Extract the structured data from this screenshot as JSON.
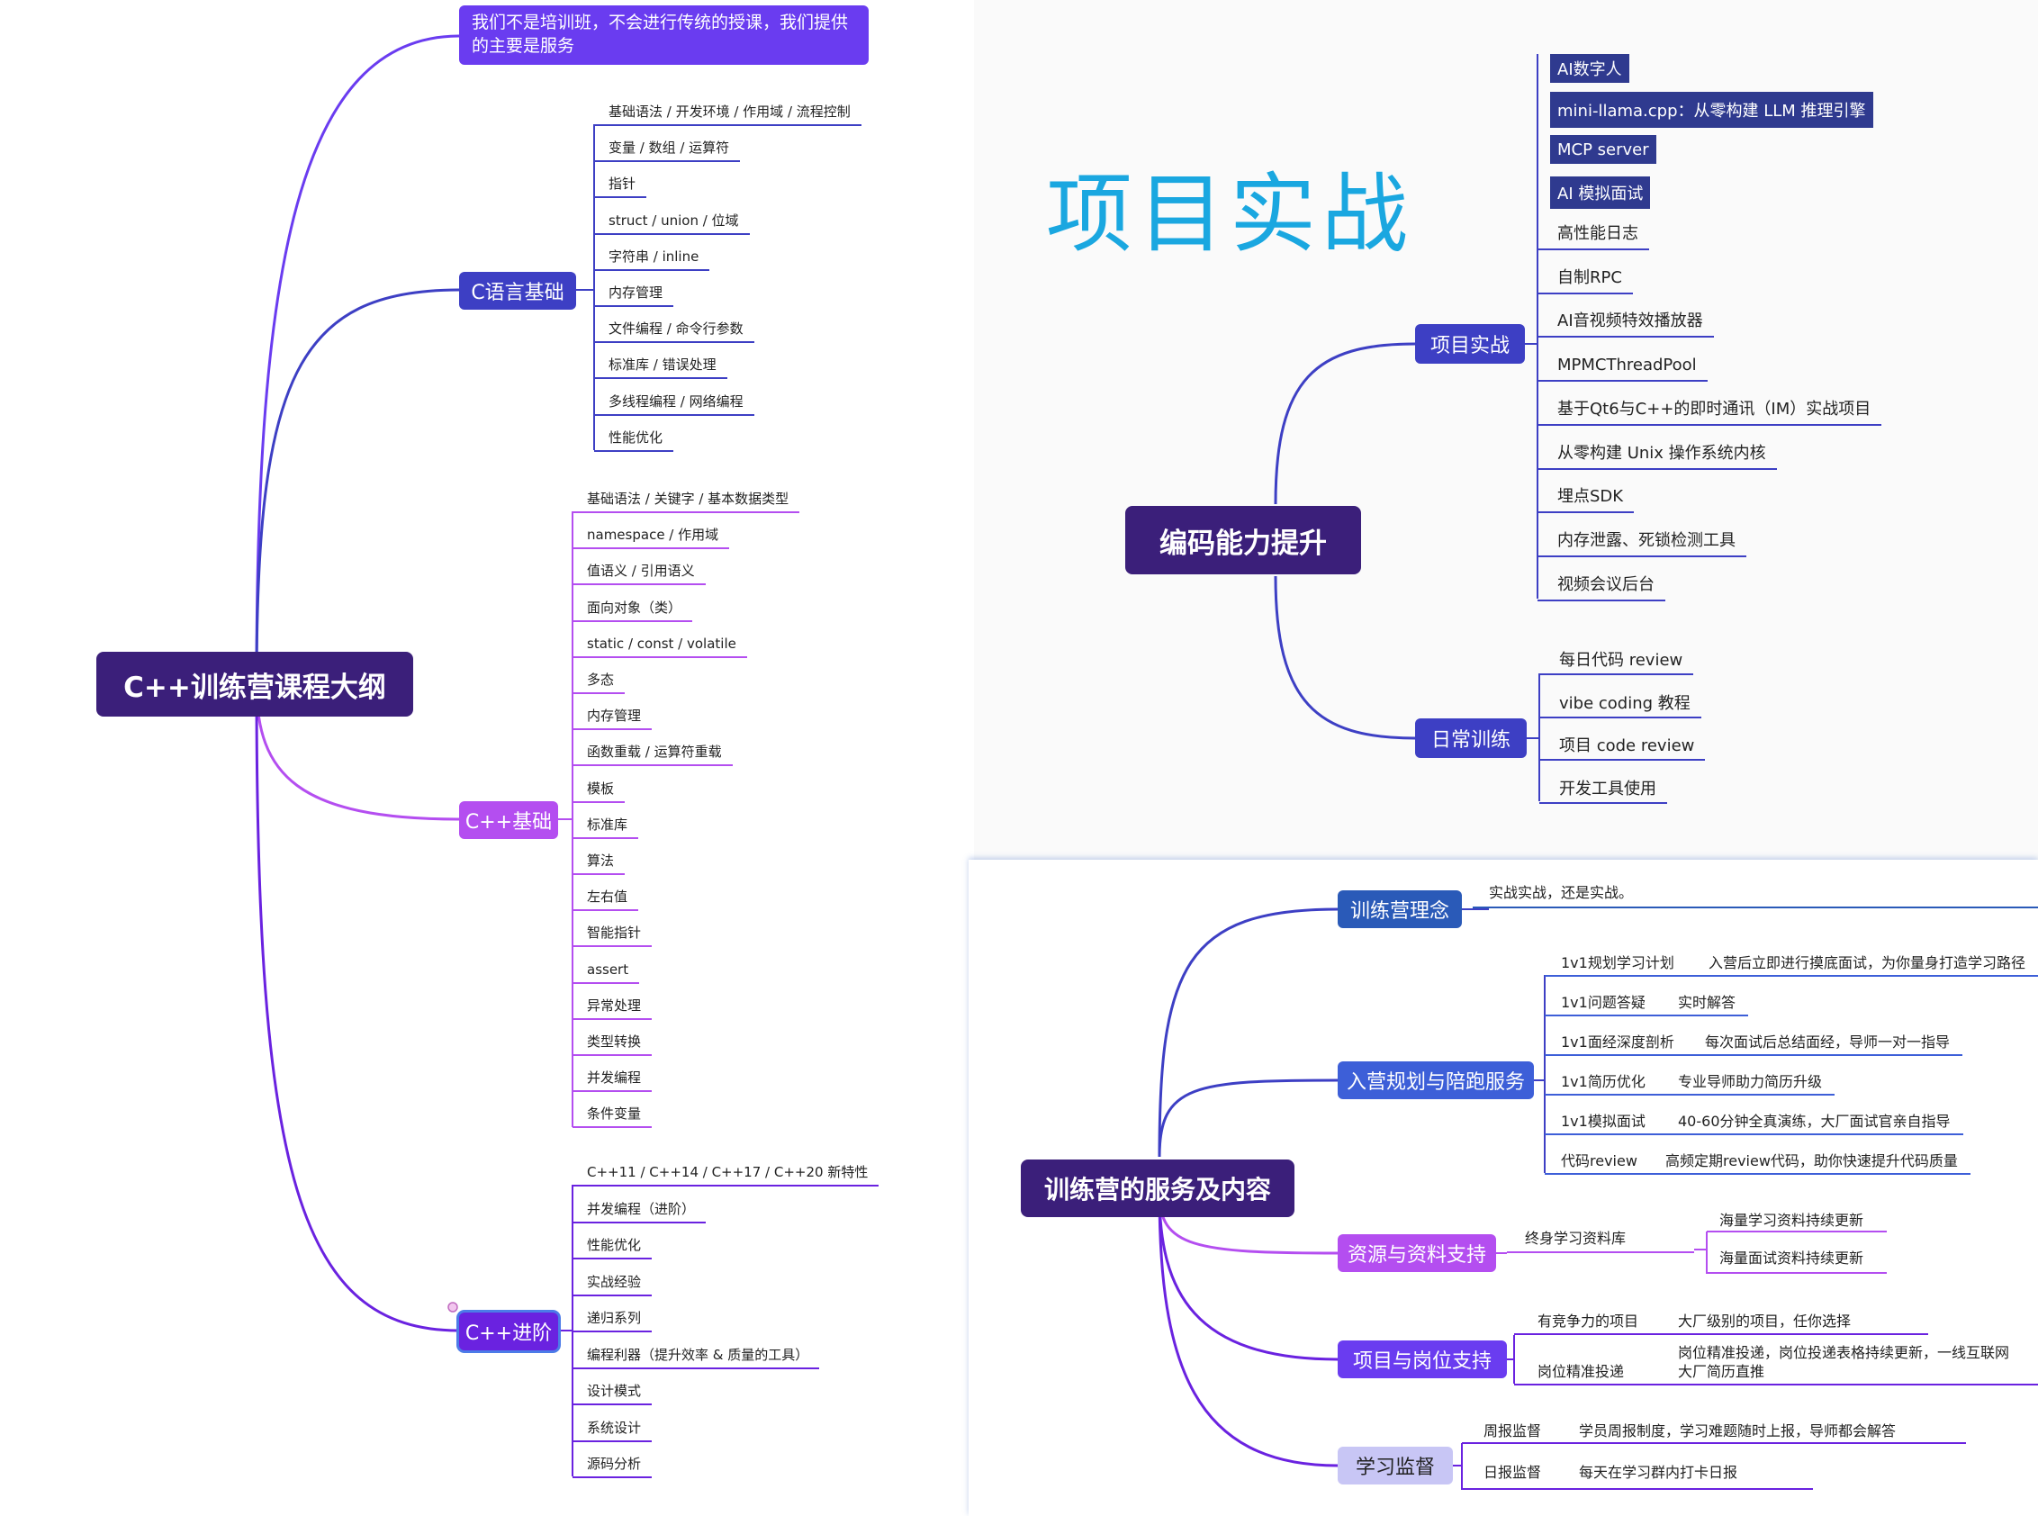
{
  "left": {
    "root": "C++训练营课程大纲",
    "note": "我们不是培训班，不会进行传统的授课，我们提供的主要是服务",
    "c_basic": {
      "label": "C语言基础",
      "items": [
        "基础语法 / 开发环境 / 作用域 / 流程控制",
        "变量 / 数组 / 运算符",
        "指针",
        "struct / union / 位域",
        "字符串 / inline",
        "内存管理",
        "文件编程 / 命令行参数",
        "标准库 / 错误处理",
        "多线程编程 / 网络编程",
        "性能优化"
      ]
    },
    "cpp_basic": {
      "label": "C++基础",
      "items": [
        "基础语法 / 关键字 / 基本数据类型",
        "namespace / 作用域",
        "值语义 / 引用语义",
        "面向对象（类）",
        "static / const / volatile",
        "多态",
        "内存管理",
        "函数重载 / 运算符重载",
        "模板",
        "标准库",
        "算法",
        "左右值",
        "智能指针",
        "assert",
        "异常处理",
        "类型转换",
        "并发编程",
        "条件变量"
      ]
    },
    "cpp_adv": {
      "label": "C++进阶",
      "items": [
        "C++11 / C++14 / C++17 / C++20 新特性",
        "并发编程（进阶）",
        "性能优化",
        "实战经验",
        "递归系列",
        "编程利器（提升效率 & 质量的工具）",
        "设计模式",
        "系统设计",
        "源码分析"
      ]
    }
  },
  "top_right": {
    "title": "项目实战",
    "root": "编码能力提升",
    "projects": {
      "label": "项目实战",
      "boxed_items": [
        "AI数字人",
        "mini-llama.cpp：从零构建 LLM 推理引擎",
        "MCP server",
        "AI 模拟面试"
      ],
      "items": [
        "高性能日志",
        "自制RPC",
        "AI音视频特效播放器",
        "MPMCThreadPool",
        "基于Qt6与C++的即时通讯（IM）实战项目",
        "从零构建 Unix 操作系统内核",
        "埋点SDK",
        "内存泄露、死锁检测工具",
        "视频会议后台"
      ]
    },
    "daily": {
      "label": "日常训练",
      "items": [
        "每日代码 review",
        "vibe coding 教程",
        "项目 code review",
        "开发工具使用"
      ]
    }
  },
  "bottom_right": {
    "root": "训练营的服务及内容",
    "concept": {
      "label": "训练营理念",
      "text": "实战实战，还是实战。"
    },
    "planning": {
      "label": "入营规划与陪跑服务",
      "rows": [
        {
          "k": "1v1规划学习计划",
          "v": "入营后立即进行摸底面试，为你量身打造学习路径"
        },
        {
          "k": "1v1问题答疑",
          "v": "实时解答"
        },
        {
          "k": "1v1面经深度剖析",
          "v": "每次面试后总结面经，导师一对一指导"
        },
        {
          "k": "1v1简历优化",
          "v": "专业导师助力简历升级"
        },
        {
          "k": "1v1模拟面试",
          "v": "40-60分钟全真演练，大厂面试官亲自指导"
        },
        {
          "k": "代码review",
          "v": "高频定期review代码，助你快速提升代码质量"
        }
      ]
    },
    "resources": {
      "label": "资源与资料支持",
      "k": "终身学习资料库",
      "v": [
        "海量学习资料持续更新",
        "海量面试资料持续更新"
      ]
    },
    "jobs": {
      "label": "项目与岗位支持",
      "rows": [
        {
          "k": "有竞争力的项目",
          "v": "大厂级别的项目，任你选择"
        },
        {
          "k": "岗位精准投递",
          "v": "岗位精准投递，岗位投递表格持续更新，一线互联网大厂简历直推"
        }
      ]
    },
    "supervise": {
      "label": "学习监督",
      "rows": [
        {
          "k": "周报监督",
          "v": "学员周报制度，学习难题随时上报，导师都会解答"
        },
        {
          "k": "日报监督",
          "v": "每天在学习群内打卡日报"
        }
      ]
    }
  },
  "colors": {
    "root": "#3b1f7a",
    "c_basic": "#3d3fc4",
    "cpp_basic": "#b44ef0",
    "cpp_adv": "#6a22e0",
    "title": "#1aa7e0"
  }
}
